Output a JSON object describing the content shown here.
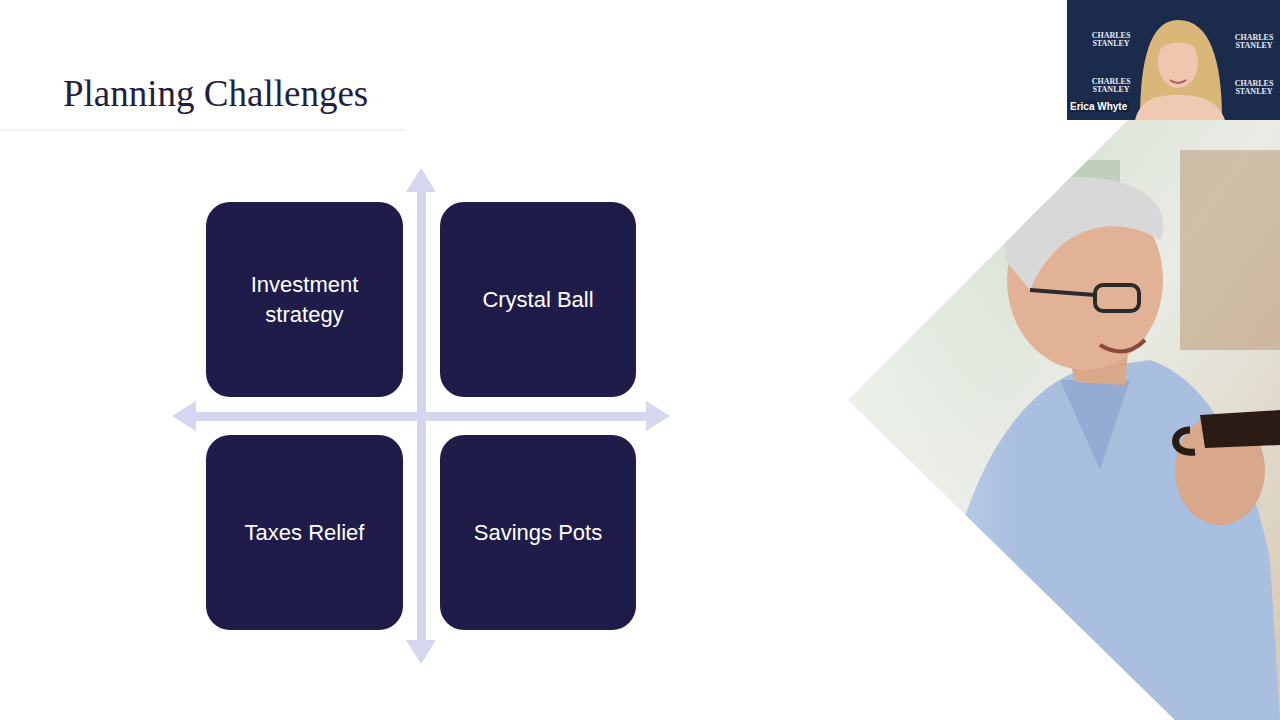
{
  "diagram": {
    "title": "Planning Challenges",
    "nodes": [
      {
        "text": [
          "Investment strategy"
        ]
      },
      {
        "text": [
          "Crystal Ball"
        ]
      },
      {
        "text": [
          "Taxes Relief"
        ]
      },
      {
        "text": [
          "Savings Pots"
        ]
      }
    ],
    "labels": [
      "CHARLES STANLEY",
      "CHARLES STANLEY",
      "CHARLES STANLEY",
      "CHARLES STANLEY",
      "Erica Whyte"
    ]
  }
}
